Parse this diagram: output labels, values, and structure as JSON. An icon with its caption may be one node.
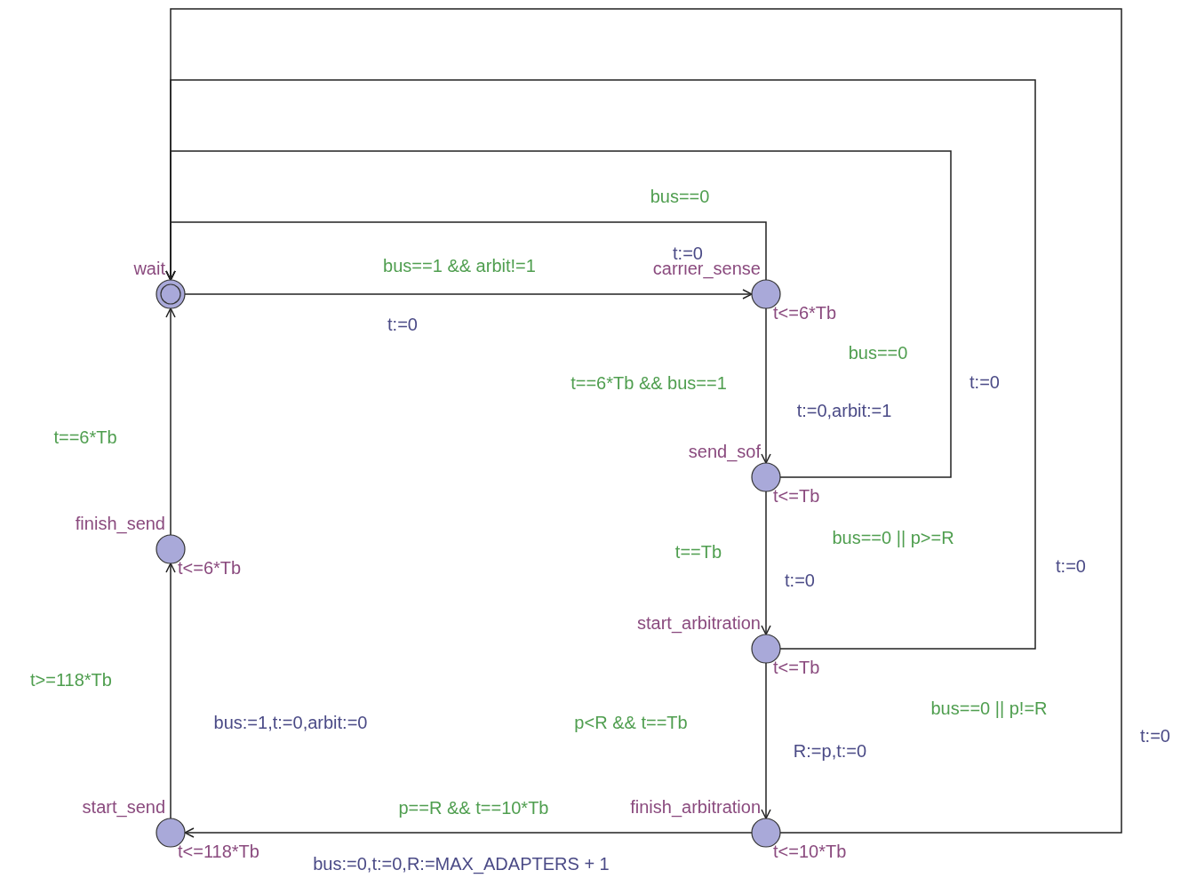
{
  "diagram": {
    "nodes": [
      {
        "text": [
          "wait"
        ]
      },
      {
        "text": [
          "carrier_sense",
          "t<=6*Tb"
        ]
      },
      {
        "text": [
          "send_sof",
          "t<=Tb"
        ]
      },
      {
        "text": [
          "start_arbitration",
          "t<=Tb"
        ]
      },
      {
        "text": [
          "finish_arbitration",
          "t<=10*Tb"
        ]
      },
      {
        "text": [
          "finish_send",
          "t<=6*Tb"
        ]
      },
      {
        "text": [
          "start_send",
          "t<=118*Tb"
        ]
      }
    ],
    "edges": [
      {
        "from": 0,
        "to": 1,
        "arrow": "to",
        "label": "bus==1 && arbit!=1"
      },
      {
        "from": 1,
        "to": 0,
        "arrow": "to",
        "label": "bus==0"
      },
      {
        "from": 1,
        "to": 2,
        "arrow": "to",
        "label": "t==6*Tb && bus==1"
      },
      {
        "from": 2,
        "to": 0,
        "arrow": "to",
        "label": "bus==0"
      },
      {
        "from": 2,
        "to": 3,
        "arrow": "to",
        "label": "t==Tb"
      },
      {
        "from": 3,
        "to": 0,
        "arrow": "to",
        "label": "bus==0 || p>=R"
      },
      {
        "from": 3,
        "to": 4,
        "arrow": "to",
        "label": "p<R && t==Tb"
      },
      {
        "from": 4,
        "to": 0,
        "arrow": "to",
        "label": "bus==0 || p!=R"
      },
      {
        "from": 4,
        "to": 6,
        "arrow": "to",
        "label": "p==R && t==10*Tb"
      },
      {
        "from": 6,
        "to": 5,
        "arrow": "to",
        "label": "t>=118*Tb"
      },
      {
        "from": 5,
        "to": 0,
        "arrow": "to",
        "label": "t==6*Tb"
      }
    ],
    "labels": [
      "t:=0",
      "t:=0",
      "t:=0,arbit:=1",
      "t:=0",
      "t:=0",
      "t:=0",
      "R:=p,t:=0",
      "t:=0",
      "bus:=0,t:=0,R:=MAX_ADAPTERS + 1",
      "bus:=1,t:=0,arbit:=0"
    ]
  }
}
